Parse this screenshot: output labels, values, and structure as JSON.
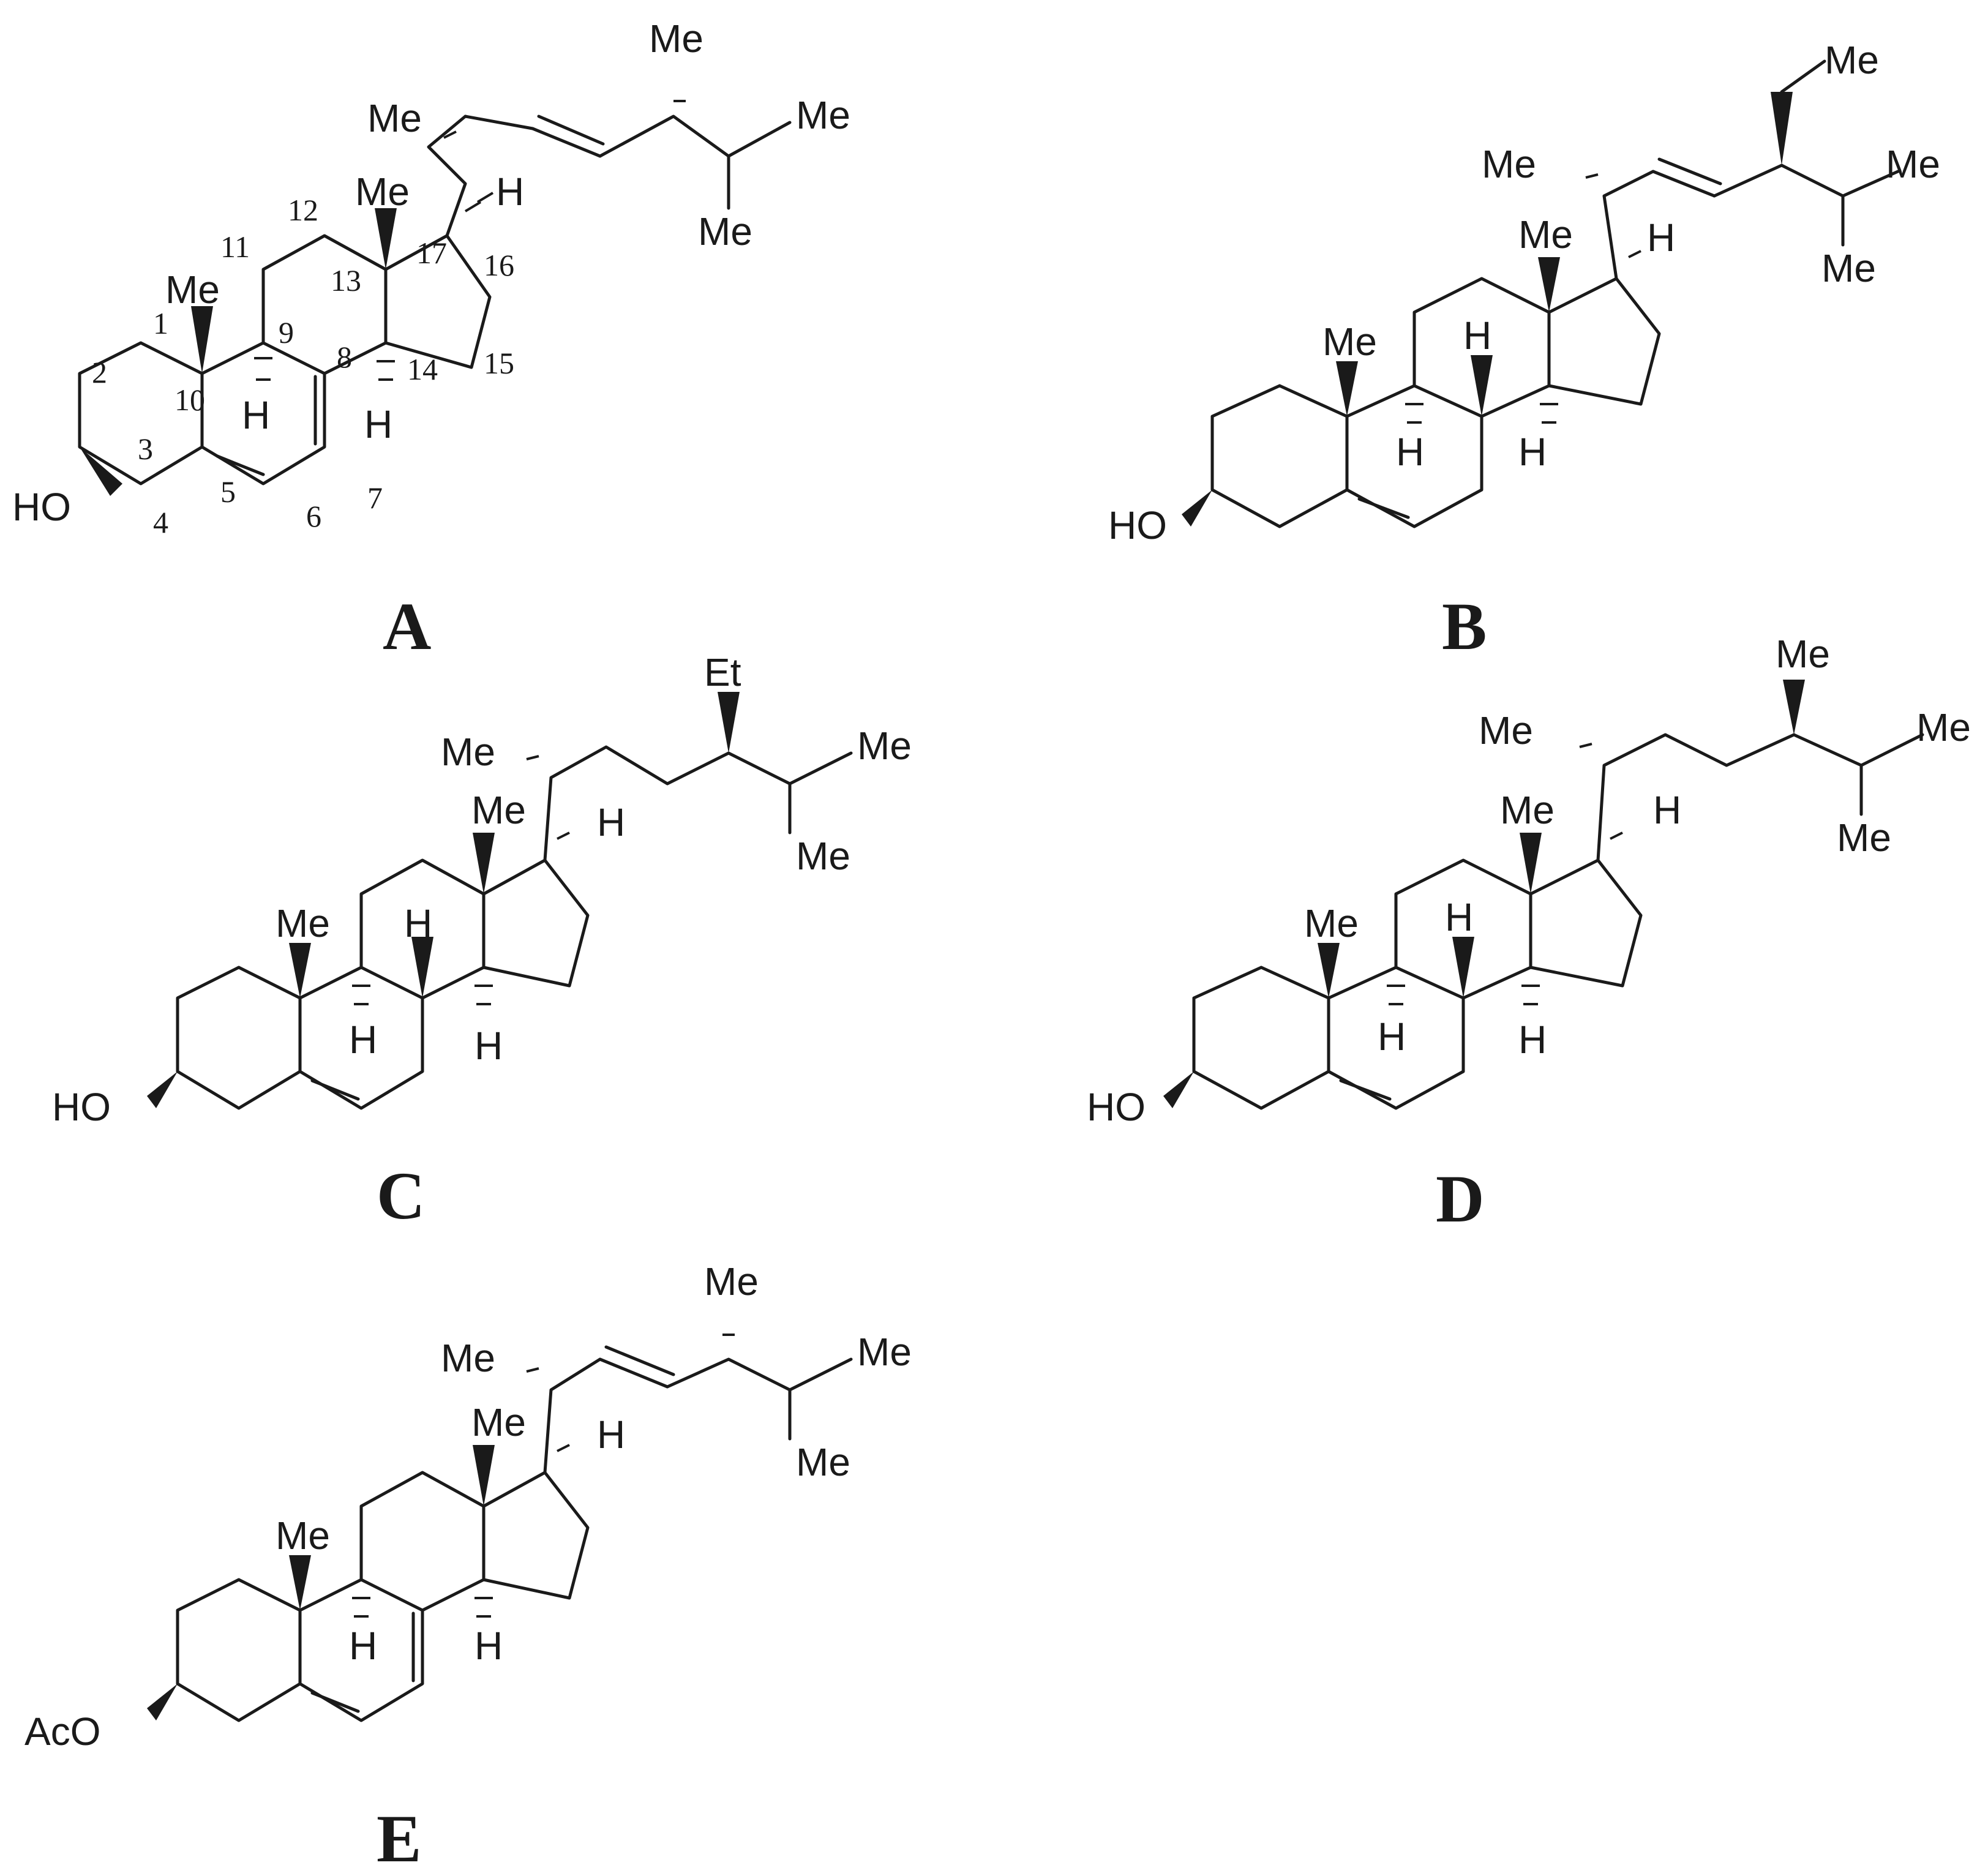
{
  "labels": {
    "A": "A",
    "B": "B",
    "C": "C",
    "D": "D",
    "E": "E"
  },
  "atoms": {
    "me": "Me",
    "h": "H",
    "ho": "HO",
    "aco": "AcO",
    "et": "Et"
  },
  "numbering": [
    "1",
    "2",
    "3",
    "4",
    "5",
    "6",
    "7",
    "8",
    "9",
    "10",
    "11",
    "12",
    "13",
    "14",
    "15",
    "16",
    "17"
  ]
}
